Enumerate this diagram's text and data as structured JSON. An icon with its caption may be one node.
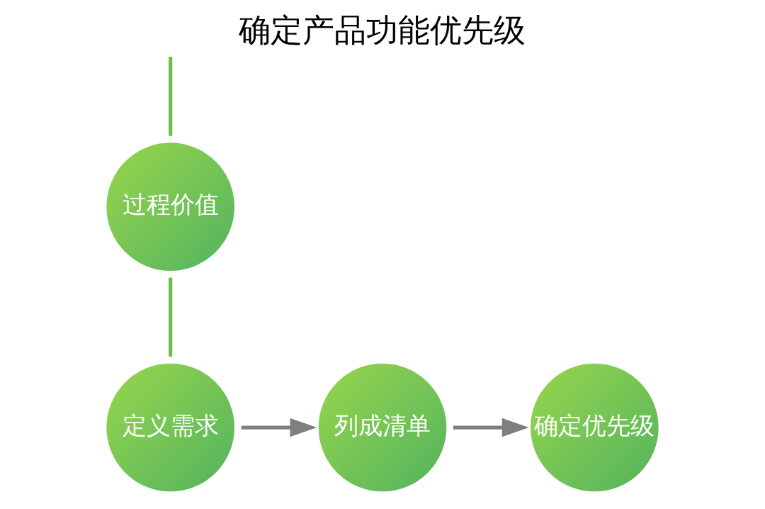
{
  "diagram": {
    "title": "确定产品功能优先级",
    "nodes": [
      {
        "text": [
          "过程价值"
        ]
      },
      {
        "text": [
          "定义需求"
        ]
      },
      {
        "text": [
          "列成清单"
        ]
      },
      {
        "text": [
          "确定优先级"
        ]
      }
    ],
    "edges": [
      {
        "from": null,
        "to": 0,
        "arrow": "none",
        "color": "#6abf4b"
      },
      {
        "from": 0,
        "to": 1,
        "arrow": "none",
        "color": "#6abf4b"
      },
      {
        "from": 1,
        "to": 2,
        "arrow": "to",
        "color": "#7f7f7f"
      },
      {
        "from": 2,
        "to": 3,
        "arrow": "to",
        "color": "#7f7f7f"
      }
    ]
  }
}
